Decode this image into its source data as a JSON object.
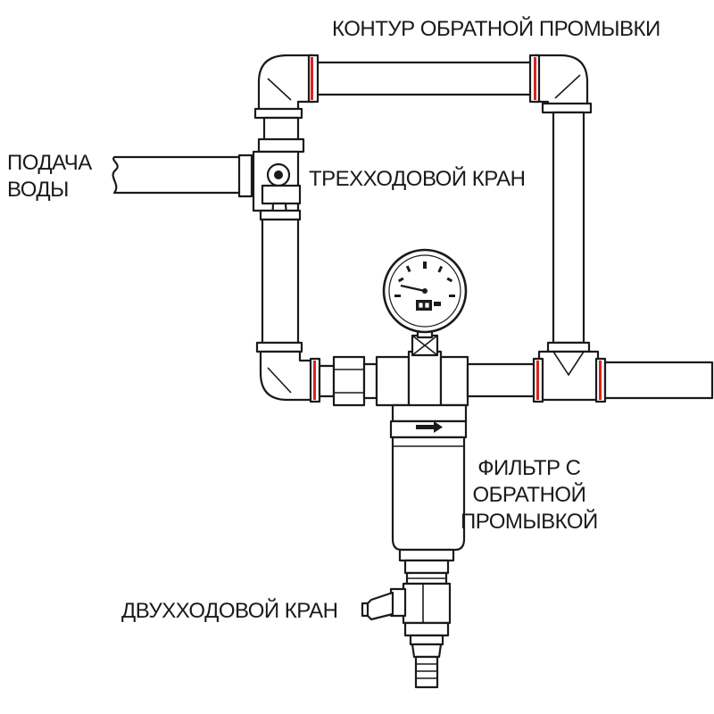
{
  "labels": {
    "backwash_loop": "КОНТУР ОБРАТНОЙ ПРОМЫВКИ",
    "water_supply": [
      "ПОДАЧА",
      "ВОДЫ"
    ],
    "three_way_valve": "ТРЕХХОДОВОЙ КРАН",
    "filter": [
      "ФИЛЬТР С",
      "ОБРАТНОЙ",
      "ПРОМЫВКОЙ"
    ],
    "two_way_valve": "ДВУХХОДОВОЙ КРАН"
  },
  "colors": {
    "line": "#1a1a1a",
    "seal": "#d8241f",
    "background": "#ffffff"
  },
  "icons": [
    "pressure-gauge-icon",
    "three-way-valve-icon",
    "two-way-valve-icon",
    "flow-arrow-icon"
  ]
}
